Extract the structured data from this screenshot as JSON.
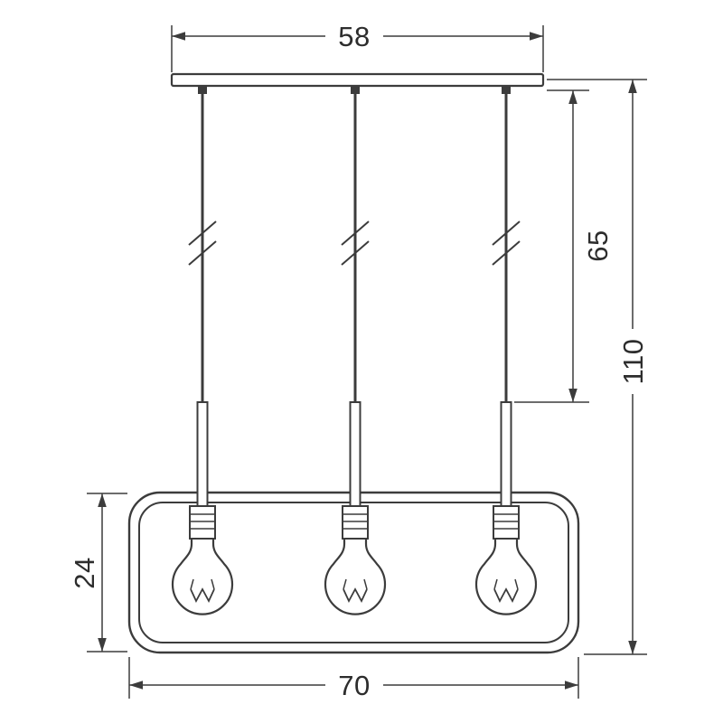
{
  "drawing": {
    "subject": "three-light pendant lamp dimension drawing",
    "labels": {
      "canopy_width": "58",
      "drop_length": "65",
      "total_height": "110",
      "shade_height": "24",
      "shade_width": "70"
    }
  },
  "colors": {
    "line": "#3c3c3c",
    "text": "#2d2d2d",
    "background": "#ffffff"
  }
}
